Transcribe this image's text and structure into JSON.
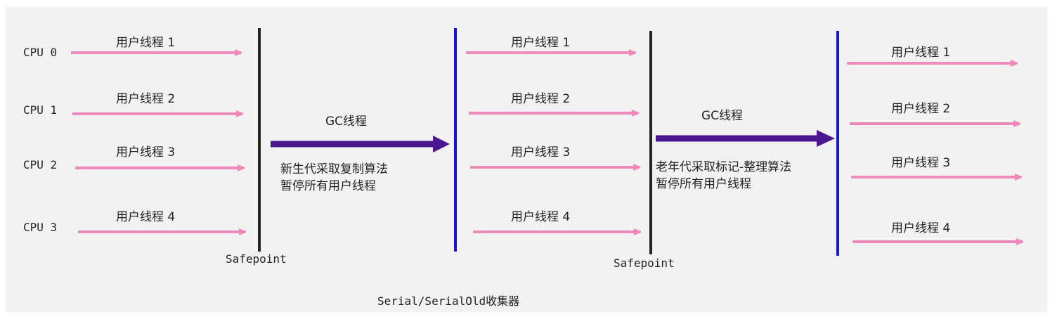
{
  "cpu_labels": [
    "CPU 0",
    "CPU 1",
    "CPU 2",
    "CPU 3"
  ],
  "thread_labels": [
    "用户线程 1",
    "用户线程 2",
    "用户线程 3",
    "用户线程 4"
  ],
  "gc": [
    {
      "label": "GC线程",
      "desc_line1": "新生代采取复制算法",
      "desc_line2": "暂停所有用户线程"
    },
    {
      "label": "GC线程",
      "desc_line1": "老年代采取标记-整理算法",
      "desc_line2": "暂停所有用户线程"
    }
  ],
  "safepoint_labels": [
    "Safepoint",
    "Safepoint"
  ],
  "caption": "Serial/SerialOld收集器",
  "colors": {
    "thread_arrow": "#ef88bb",
    "gc_arrow": "#4b1791",
    "safepoint_line": "#222222",
    "resume_line": "#1414d8",
    "panel_bg": "#f2f2f2"
  }
}
